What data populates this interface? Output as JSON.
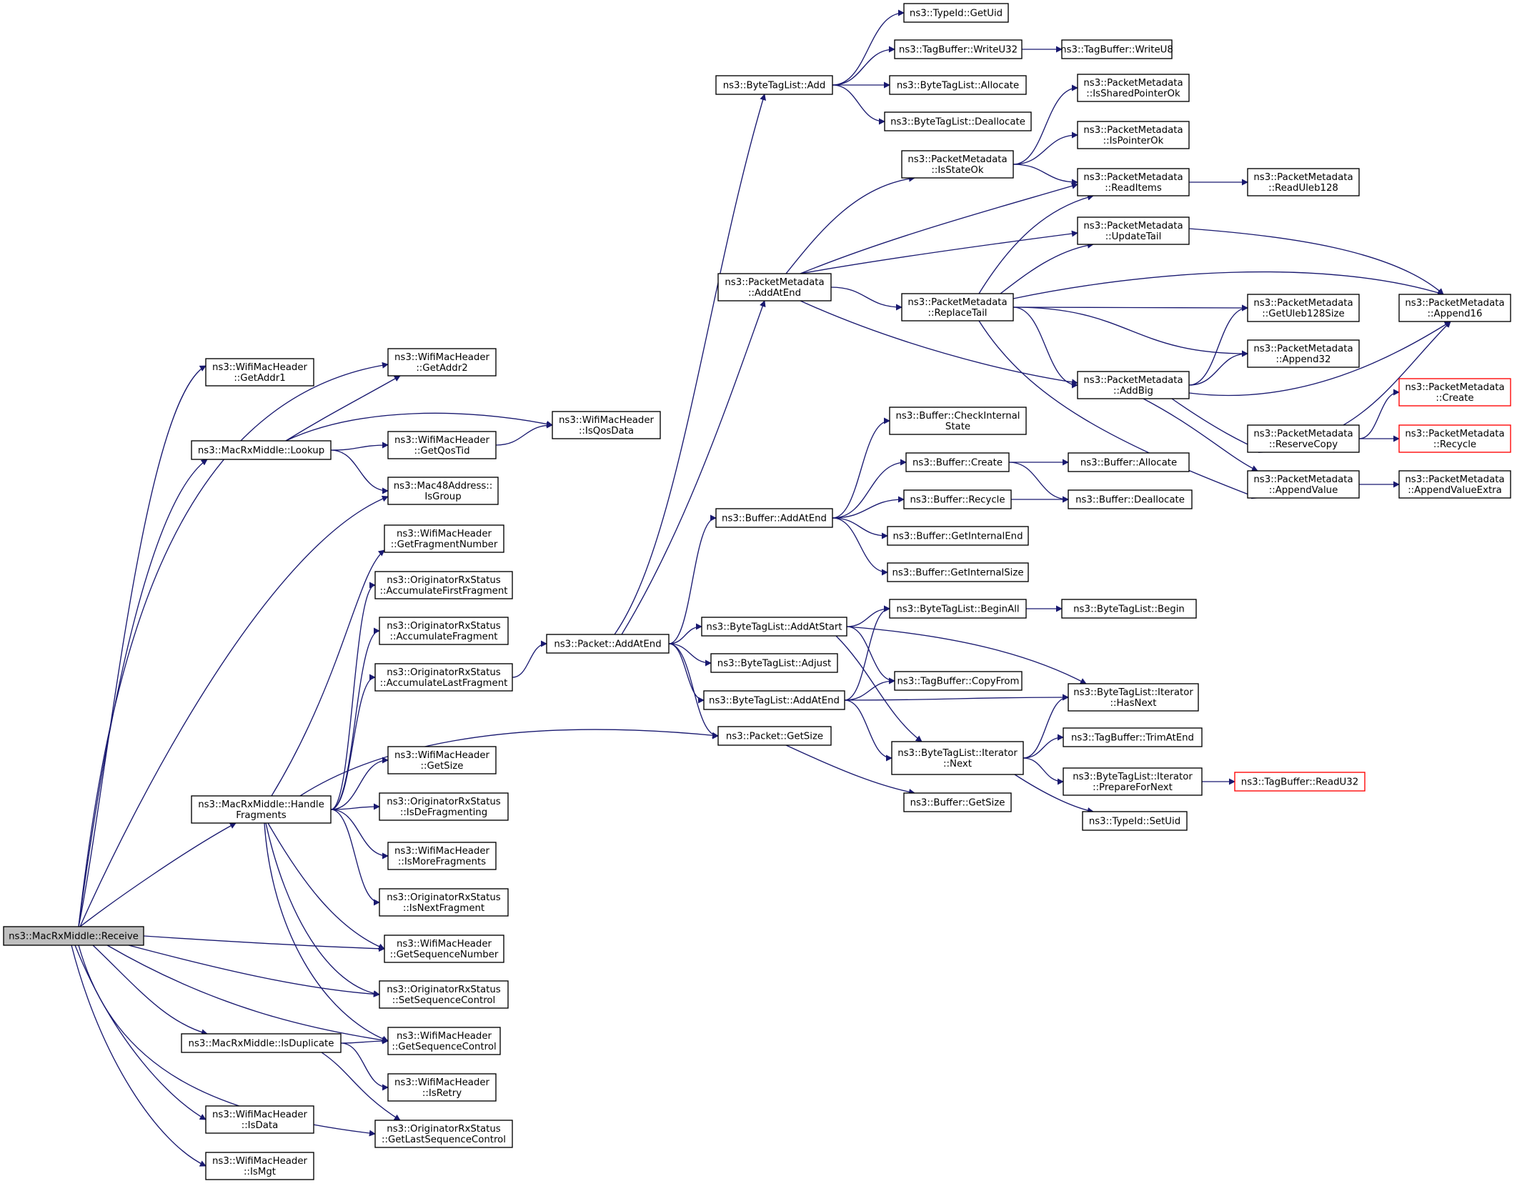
{
  "colors": {
    "edge": "#191970",
    "root_fill": "#bfbfbf",
    "truncated_border": "#ff0000",
    "border": "#000000",
    "background": "#ffffff"
  },
  "nodes": [
    {
      "id": "n0",
      "lines": [
        "ns3::MacRxMiddle::Receive"
      ],
      "root": true
    },
    {
      "id": "n1",
      "lines": [
        "ns3::WifiMacHeader",
        "::GetAddr1"
      ]
    },
    {
      "id": "n2",
      "lines": [
        "ns3::WifiMacHeader",
        "::GetAddr2"
      ]
    },
    {
      "id": "n3",
      "lines": [
        "ns3::MacRxMiddle::Lookup"
      ]
    },
    {
      "id": "n4",
      "lines": [
        "ns3::WifiMacHeader",
        "::IsQosData"
      ]
    },
    {
      "id": "n5",
      "lines": [
        "ns3::WifiMacHeader",
        "::GetQosTid"
      ]
    },
    {
      "id": "n6",
      "lines": [
        "ns3::Mac48Address::",
        "IsGroup"
      ]
    },
    {
      "id": "n7",
      "lines": [
        "ns3::WifiMacHeader",
        "::GetFragmentNumber"
      ]
    },
    {
      "id": "n8",
      "lines": [
        "ns3::OriginatorRxStatus",
        "::AccumulateFirstFragment"
      ]
    },
    {
      "id": "n9",
      "lines": [
        "ns3::OriginatorRxStatus",
        "::AccumulateFragment"
      ]
    },
    {
      "id": "n10",
      "lines": [
        "ns3::OriginatorRxStatus",
        "::AccumulateLastFragment"
      ]
    },
    {
      "id": "n11",
      "lines": [
        "ns3::WifiMacHeader",
        "::GetSize"
      ]
    },
    {
      "id": "n12",
      "lines": [
        "ns3::MacRxMiddle::Handle",
        "Fragments"
      ]
    },
    {
      "id": "n13",
      "lines": [
        "ns3::OriginatorRxStatus",
        "::IsDeFragmenting"
      ]
    },
    {
      "id": "n14",
      "lines": [
        "ns3::WifiMacHeader",
        "::IsMoreFragments"
      ]
    },
    {
      "id": "n15",
      "lines": [
        "ns3::OriginatorRxStatus",
        "::IsNextFragment"
      ]
    },
    {
      "id": "n16",
      "lines": [
        "ns3::WifiMacHeader",
        "::GetSequenceNumber"
      ]
    },
    {
      "id": "n17",
      "lines": [
        "ns3::OriginatorRxStatus",
        "::SetSequenceControl"
      ]
    },
    {
      "id": "n18",
      "lines": [
        "ns3::MacRxMiddle::IsDuplicate"
      ]
    },
    {
      "id": "n19",
      "lines": [
        "ns3::WifiMacHeader",
        "::GetSequenceControl"
      ]
    },
    {
      "id": "n20",
      "lines": [
        "ns3::WifiMacHeader",
        "::IsRetry"
      ]
    },
    {
      "id": "n21",
      "lines": [
        "ns3::WifiMacHeader",
        "::IsData"
      ]
    },
    {
      "id": "n22",
      "lines": [
        "ns3::OriginatorRxStatus",
        "::GetLastSequenceControl"
      ]
    },
    {
      "id": "n23",
      "lines": [
        "ns3::WifiMacHeader",
        "::IsMgt"
      ]
    },
    {
      "id": "n24",
      "lines": [
        "ns3::Packet::AddAtEnd"
      ]
    },
    {
      "id": "n25",
      "lines": [
        "ns3::ByteTagList::Add"
      ]
    },
    {
      "id": "n26",
      "lines": [
        "ns3::PacketMetadata",
        "::AddAtEnd"
      ]
    },
    {
      "id": "n27",
      "lines": [
        "ns3::Buffer::AddAtEnd"
      ]
    },
    {
      "id": "n28",
      "lines": [
        "ns3::ByteTagList::AddAtStart"
      ]
    },
    {
      "id": "n29",
      "lines": [
        "ns3::ByteTagList::Adjust"
      ]
    },
    {
      "id": "n30",
      "lines": [
        "ns3::ByteTagList::AddAtEnd"
      ]
    },
    {
      "id": "n31",
      "lines": [
        "ns3::Packet::GetSize"
      ]
    },
    {
      "id": "n32",
      "lines": [
        "ns3::TypeId::GetUid"
      ]
    },
    {
      "id": "n33",
      "lines": [
        "ns3::TagBuffer::WriteU32"
      ]
    },
    {
      "id": "n34",
      "lines": [
        "ns3::ByteTagList::Allocate"
      ]
    },
    {
      "id": "n35",
      "lines": [
        "ns3::ByteTagList::Deallocate"
      ]
    },
    {
      "id": "n36",
      "lines": [
        "ns3::PacketMetadata",
        "::IsStateOk"
      ]
    },
    {
      "id": "n37",
      "lines": [
        "ns3::PacketMetadata",
        "::ReplaceTail"
      ]
    },
    {
      "id": "n38",
      "lines": [
        "ns3::Buffer::CheckInternal",
        "State"
      ]
    },
    {
      "id": "n39",
      "lines": [
        "ns3::Buffer::Create"
      ]
    },
    {
      "id": "n40",
      "lines": [
        "ns3::Buffer::Recycle"
      ]
    },
    {
      "id": "n41",
      "lines": [
        "ns3::Buffer::GetInternalEnd"
      ]
    },
    {
      "id": "n42",
      "lines": [
        "ns3::Buffer::GetInternalSize"
      ]
    },
    {
      "id": "n43",
      "lines": [
        "ns3::ByteTagList::BeginAll"
      ]
    },
    {
      "id": "n44",
      "lines": [
        "ns3::TagBuffer::CopyFrom"
      ]
    },
    {
      "id": "n45",
      "lines": [
        "ns3::ByteTagList::Iterator",
        "::Next"
      ]
    },
    {
      "id": "n46",
      "lines": [
        "ns3::Buffer::GetSize"
      ]
    },
    {
      "id": "n47",
      "lines": [
        "ns3::TagBuffer::WriteU8"
      ]
    },
    {
      "id": "n48",
      "lines": [
        "ns3::PacketMetadata",
        "::IsSharedPointerOk"
      ]
    },
    {
      "id": "n49",
      "lines": [
        "ns3::PacketMetadata",
        "::IsPointerOk"
      ]
    },
    {
      "id": "n50",
      "lines": [
        "ns3::PacketMetadata",
        "::ReadItems"
      ]
    },
    {
      "id": "n51",
      "lines": [
        "ns3::PacketMetadata",
        "::UpdateTail"
      ]
    },
    {
      "id": "n52",
      "lines": [
        "ns3::PacketMetadata",
        "::AddBig"
      ]
    },
    {
      "id": "n53",
      "lines": [
        "ns3::Buffer::Allocate"
      ]
    },
    {
      "id": "n54",
      "lines": [
        "ns3::Buffer::Deallocate"
      ]
    },
    {
      "id": "n55",
      "lines": [
        "ns3::ByteTagList::Begin"
      ]
    },
    {
      "id": "n56",
      "lines": [
        "ns3::ByteTagList::Iterator",
        "::HasNext"
      ]
    },
    {
      "id": "n57",
      "lines": [
        "ns3::TagBuffer::TrimAtEnd"
      ]
    },
    {
      "id": "n58",
      "lines": [
        "ns3::ByteTagList::Iterator",
        "::PrepareForNext"
      ]
    },
    {
      "id": "n59",
      "lines": [
        "ns3::TypeId::SetUid"
      ]
    },
    {
      "id": "n60",
      "lines": [
        "ns3::PacketMetadata",
        "::ReadUleb128"
      ]
    },
    {
      "id": "n61",
      "lines": [
        "ns3::PacketMetadata",
        "::GetUleb128Size"
      ]
    },
    {
      "id": "n62",
      "lines": [
        "ns3::PacketMetadata",
        "::Append32"
      ]
    },
    {
      "id": "n63",
      "lines": [
        "ns3::PacketMetadata",
        "::ReserveCopy"
      ]
    },
    {
      "id": "n64",
      "lines": [
        "ns3::PacketMetadata",
        "::AppendValue"
      ]
    },
    {
      "id": "n65",
      "lines": [
        "ns3::TagBuffer::ReadU32"
      ],
      "truncated": true
    },
    {
      "id": "n66",
      "lines": [
        "ns3::PacketMetadata",
        "::Append16"
      ]
    },
    {
      "id": "n67",
      "lines": [
        "ns3::PacketMetadata",
        "::Create"
      ],
      "truncated": true
    },
    {
      "id": "n68",
      "lines": [
        "ns3::PacketMetadata",
        "::Recycle"
      ],
      "truncated": true
    },
    {
      "id": "n69",
      "lines": [
        "ns3::PacketMetadata",
        "::AppendValueExtra"
      ]
    }
  ],
  "edges": [
    [
      "n0",
      "n1"
    ],
    [
      "n0",
      "n2"
    ],
    [
      "n0",
      "n3"
    ],
    [
      "n0",
      "n6"
    ],
    [
      "n0",
      "n12"
    ],
    [
      "n0",
      "n16"
    ],
    [
      "n0",
      "n17"
    ],
    [
      "n0",
      "n19"
    ],
    [
      "n0",
      "n18"
    ],
    [
      "n0",
      "n22"
    ],
    [
      "n0",
      "n21"
    ],
    [
      "n0",
      "n23"
    ],
    [
      "n3",
      "n2"
    ],
    [
      "n3",
      "n4"
    ],
    [
      "n3",
      "n5"
    ],
    [
      "n3",
      "n6"
    ],
    [
      "n5",
      "n4"
    ],
    [
      "n12",
      "n7"
    ],
    [
      "n12",
      "n8"
    ],
    [
      "n12",
      "n9"
    ],
    [
      "n12",
      "n10"
    ],
    [
      "n12",
      "n31"
    ],
    [
      "n12",
      "n11"
    ],
    [
      "n12",
      "n13"
    ],
    [
      "n12",
      "n14"
    ],
    [
      "n12",
      "n15"
    ],
    [
      "n12",
      "n16"
    ],
    [
      "n12",
      "n17"
    ],
    [
      "n12",
      "n19"
    ],
    [
      "n18",
      "n19"
    ],
    [
      "n18",
      "n20"
    ],
    [
      "n18",
      "n22"
    ],
    [
      "n10",
      "n24"
    ],
    [
      "n24",
      "n25"
    ],
    [
      "n24",
      "n26"
    ],
    [
      "n24",
      "n27"
    ],
    [
      "n24",
      "n28"
    ],
    [
      "n24",
      "n29"
    ],
    [
      "n24",
      "n30"
    ],
    [
      "n24",
      "n31"
    ],
    [
      "n25",
      "n32"
    ],
    [
      "n25",
      "n33"
    ],
    [
      "n25",
      "n34"
    ],
    [
      "n25",
      "n35"
    ],
    [
      "n33",
      "n47"
    ],
    [
      "n26",
      "n36"
    ],
    [
      "n26",
      "n50"
    ],
    [
      "n26",
      "n51"
    ],
    [
      "n26",
      "n37"
    ],
    [
      "n26",
      "n52"
    ],
    [
      "n36",
      "n48"
    ],
    [
      "n36",
      "n49"
    ],
    [
      "n36",
      "n50"
    ],
    [
      "n50",
      "n60"
    ],
    [
      "n37",
      "n50"
    ],
    [
      "n37",
      "n51"
    ],
    [
      "n37",
      "n66"
    ],
    [
      "n37",
      "n61"
    ],
    [
      "n37",
      "n62"
    ],
    [
      "n37",
      "n52"
    ],
    [
      "n37",
      "n64"
    ],
    [
      "n51",
      "n66"
    ],
    [
      "n52",
      "n61"
    ],
    [
      "n52",
      "n62"
    ],
    [
      "n52",
      "n66"
    ],
    [
      "n52",
      "n63"
    ],
    [
      "n52",
      "n64"
    ],
    [
      "n63",
      "n66"
    ],
    [
      "n63",
      "n67"
    ],
    [
      "n63",
      "n68"
    ],
    [
      "n64",
      "n69"
    ],
    [
      "n27",
      "n38"
    ],
    [
      "n27",
      "n39"
    ],
    [
      "n27",
      "n40"
    ],
    [
      "n27",
      "n41"
    ],
    [
      "n27",
      "n42"
    ],
    [
      "n39",
      "n53"
    ],
    [
      "n39",
      "n54"
    ],
    [
      "n40",
      "n54"
    ],
    [
      "n28",
      "n43"
    ],
    [
      "n28",
      "n44"
    ],
    [
      "n28",
      "n56"
    ],
    [
      "n28",
      "n45"
    ],
    [
      "n30",
      "n43"
    ],
    [
      "n30",
      "n44"
    ],
    [
      "n30",
      "n56"
    ],
    [
      "n30",
      "n45"
    ],
    [
      "n43",
      "n55"
    ],
    [
      "n45",
      "n56"
    ],
    [
      "n45",
      "n57"
    ],
    [
      "n45",
      "n58"
    ],
    [
      "n45",
      "n59"
    ],
    [
      "n58",
      "n65"
    ],
    [
      "n31",
      "n46"
    ]
  ]
}
